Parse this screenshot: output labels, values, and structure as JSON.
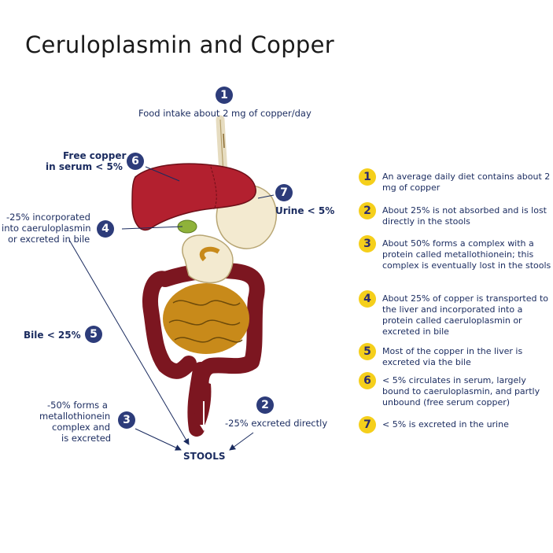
{
  "title": "Ceruloplasmin and Copper",
  "badges": {
    "b1": "1",
    "b2": "2",
    "b3": "3",
    "b4": "4",
    "b5": "5",
    "b6": "6",
    "b7": "7"
  },
  "labels": {
    "food": "Food intake about 2 mg of copper/day",
    "free_copper_1": "Free copper",
    "free_copper_2": "in serum < 5%",
    "urine": "Urine < 5%",
    "incorp_1": "-25% incorporated",
    "incorp_2": "into caeruloplasmin",
    "incorp_3": "or excreted in bile",
    "bile": "Bile < 25%",
    "metallo_1": "-50% forms a",
    "metallo_2": "metallothionein",
    "metallo_3": "complex and",
    "metallo_4": "is excreted",
    "excreted_directly": "-25% excreted directly",
    "stools": "STOOLS"
  },
  "legend": [
    {
      "num": "1",
      "text": "An average daily diet contains about 2 mg of copper"
    },
    {
      "num": "2",
      "text": "About 25% is not absorbed and is lost directly in the stools"
    },
    {
      "num": "3",
      "text": "About 50% forms a complex with a protein called metallothionein; this complex is eventually lost in the stools"
    },
    {
      "num": "4",
      "text": "About 25% of copper is transported to the liver and incorporated into a protein called caeruloplasmin or excreted in bile"
    },
    {
      "num": "5",
      "text": "Most of the copper in the liver is excreted via the bile"
    },
    {
      "num": "6",
      "text": "< 5% circulates in serum, largely bound to caeruloplasmin, and partly unbound (free serum copper)"
    },
    {
      "num": "7",
      "text": "< 5% is excreted in the urine"
    }
  ],
  "colors": {
    "liver": "#b3202f",
    "stomach": "#f3ead0",
    "small_intestine": "#c88a1a",
    "large_intestine": "#7c1620",
    "badge_blue": "#2d3c7a",
    "badge_yellow": "#f5cf1b"
  }
}
